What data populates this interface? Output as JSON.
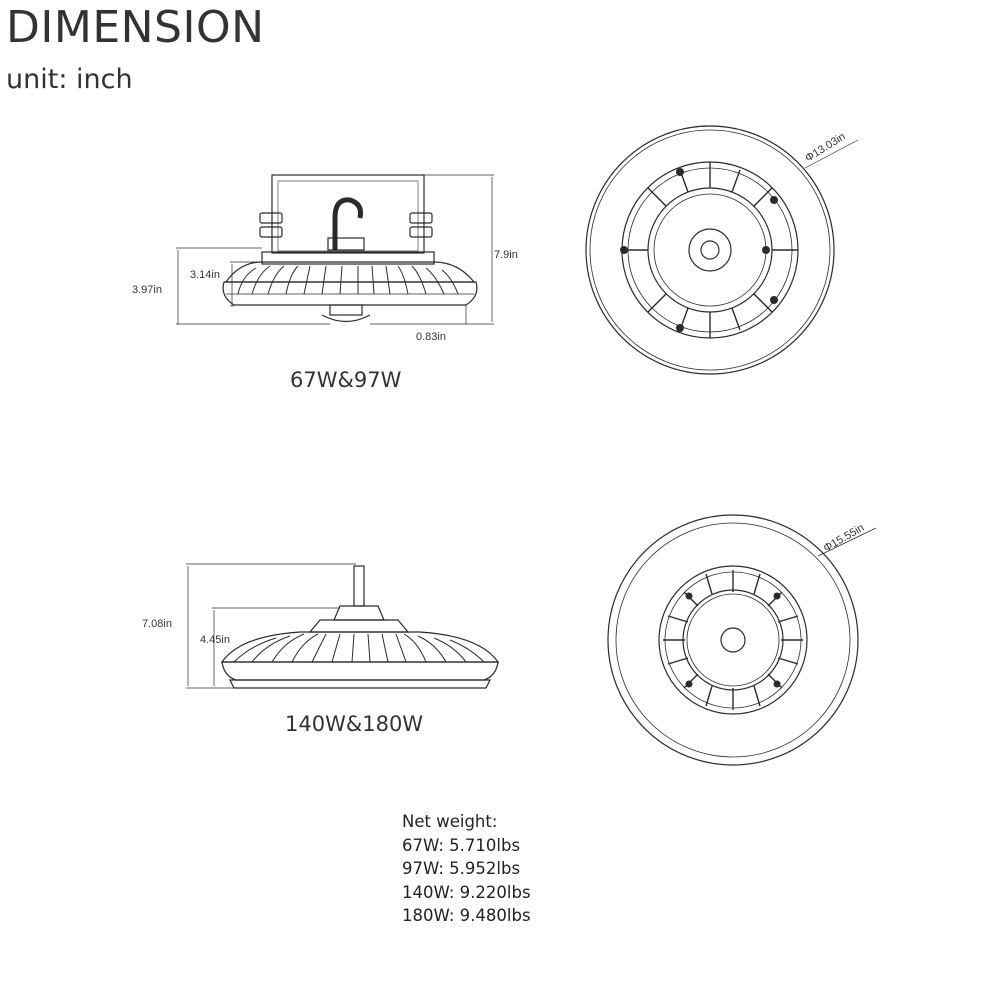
{
  "header": {
    "title": "DIMENSION",
    "unit": "unit: inch"
  },
  "model_small": {
    "caption": "67W&97W",
    "height_total": "7.9in",
    "height_body": "3.97in",
    "height_housing": "3.14in",
    "sensor_drop": "0.83in",
    "diameter": "Φ13.03in"
  },
  "model_large": {
    "caption": "140W&180W",
    "height_total": "7.08in",
    "height_body": "4.45in",
    "diameter": "Φ15.55in"
  },
  "weights": {
    "heading": "Net weight:",
    "items": [
      {
        "text": "67W: 5.710lbs"
      },
      {
        "text": "97W: 5.952lbs"
      },
      {
        "text": "140W: 9.220lbs"
      },
      {
        "text": "180W: 9.480lbs"
      }
    ]
  },
  "colors": {
    "line": "#2b2b2b",
    "text": "#333333"
  }
}
